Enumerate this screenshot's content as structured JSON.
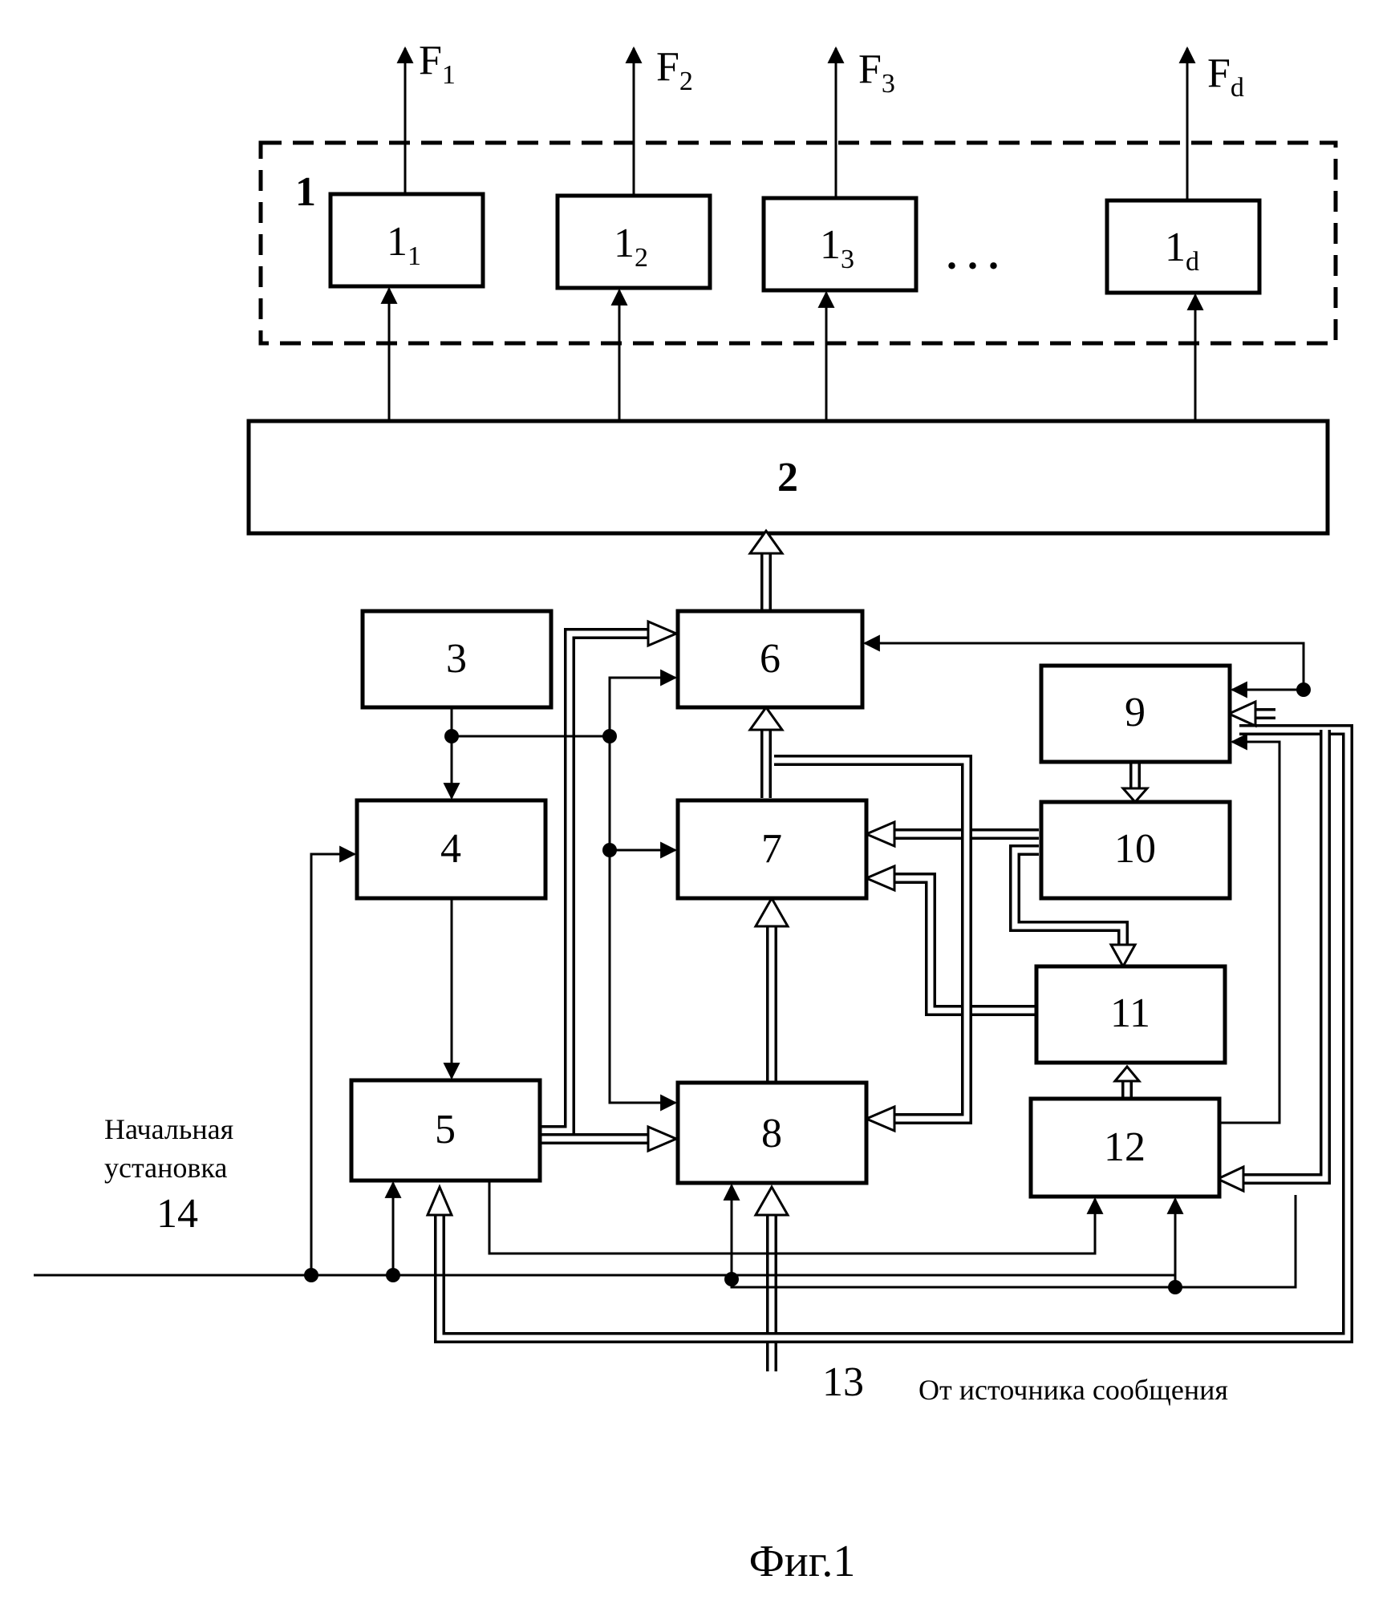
{
  "diagram": {
    "group_label": "1",
    "channels": [
      {
        "base": "1",
        "sub": "1",
        "out_base": "F",
        "out_sub": "1"
      },
      {
        "base": "1",
        "sub": "2",
        "out_base": "F",
        "out_sub": "2"
      },
      {
        "base": "1",
        "sub": "3",
        "out_base": "F",
        "out_sub": "3"
      },
      {
        "base": "1",
        "sub": "d",
        "out_base": "F",
        "out_sub": "d"
      }
    ],
    "ellipsis": ". . .",
    "blocks": {
      "b2": "2",
      "b3": "3",
      "b4": "4",
      "b5": "5",
      "b6": "6",
      "b7": "7",
      "b8": "8",
      "b9": "9",
      "b10": "10",
      "b11": "11",
      "b12": "12"
    },
    "inputs": {
      "reset_line1": "Начальная",
      "reset_line2": "установка",
      "reset_num": "14",
      "source_num": "13",
      "source_text": "От источника сообщения"
    },
    "caption": "Фиг.1"
  }
}
